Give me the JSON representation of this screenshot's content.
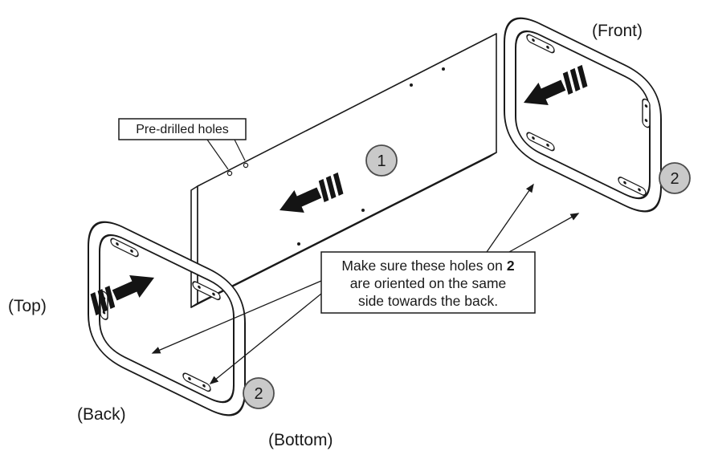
{
  "diagram": {
    "labels": {
      "front": "(Front)",
      "top": "(Top)",
      "back": "(Back)",
      "bottom": "(Bottom)"
    },
    "callout_predrilled": {
      "text": "Pre-drilled holes"
    },
    "callout_orientation": {
      "line1": "Make sure these holes on",
      "line1_bold": "2",
      "line2": "are oriented on the same",
      "line3": "side towards the back."
    },
    "badges": {
      "panel": "1",
      "front_frame": "2",
      "back_frame": "2"
    },
    "icons": {
      "panel_arrow": "chunky-arrow-left",
      "front_frame_arrow": "chunky-arrow-left",
      "back_frame_arrow": "chunky-arrow-right",
      "pointer": "thin-arrowhead"
    },
    "colors": {
      "badge_fill": "#c9c9c9",
      "badge_stroke": "#4d4d4d",
      "line": "#1a1a1a",
      "background": "#ffffff"
    }
  }
}
